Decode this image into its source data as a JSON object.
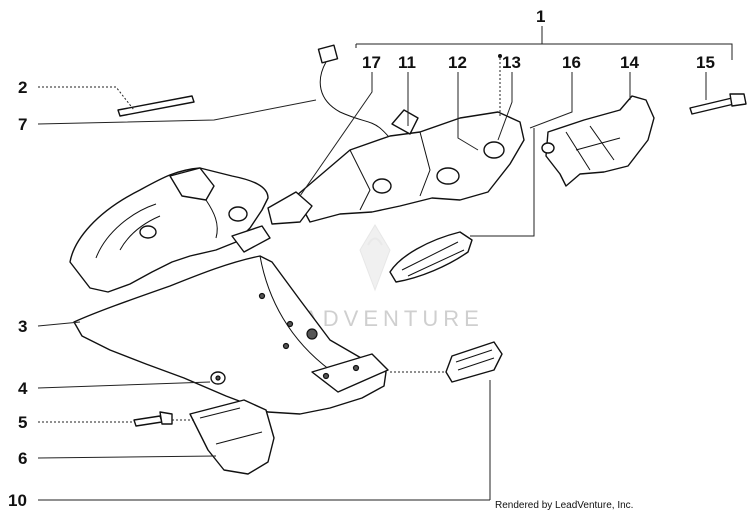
{
  "diagram": {
    "callouts": [
      {
        "id": "c1",
        "label": "1"
      },
      {
        "id": "c2",
        "label": "2"
      },
      {
        "id": "c7",
        "label": "7"
      },
      {
        "id": "c17",
        "label": "17"
      },
      {
        "id": "c11",
        "label": "11"
      },
      {
        "id": "c12",
        "label": "12"
      },
      {
        "id": "c13",
        "label": "13"
      },
      {
        "id": "c16",
        "label": "16"
      },
      {
        "id": "c14",
        "label": "14"
      },
      {
        "id": "c15",
        "label": "15"
      },
      {
        "id": "c3",
        "label": "3"
      },
      {
        "id": "c4",
        "label": "4"
      },
      {
        "id": "c5",
        "label": "5"
      },
      {
        "id": "c6",
        "label": "6"
      },
      {
        "id": "c10",
        "label": "10"
      }
    ],
    "watermark": "LEADVENTURE",
    "credit": "Rendered by LeadVenture, Inc."
  }
}
